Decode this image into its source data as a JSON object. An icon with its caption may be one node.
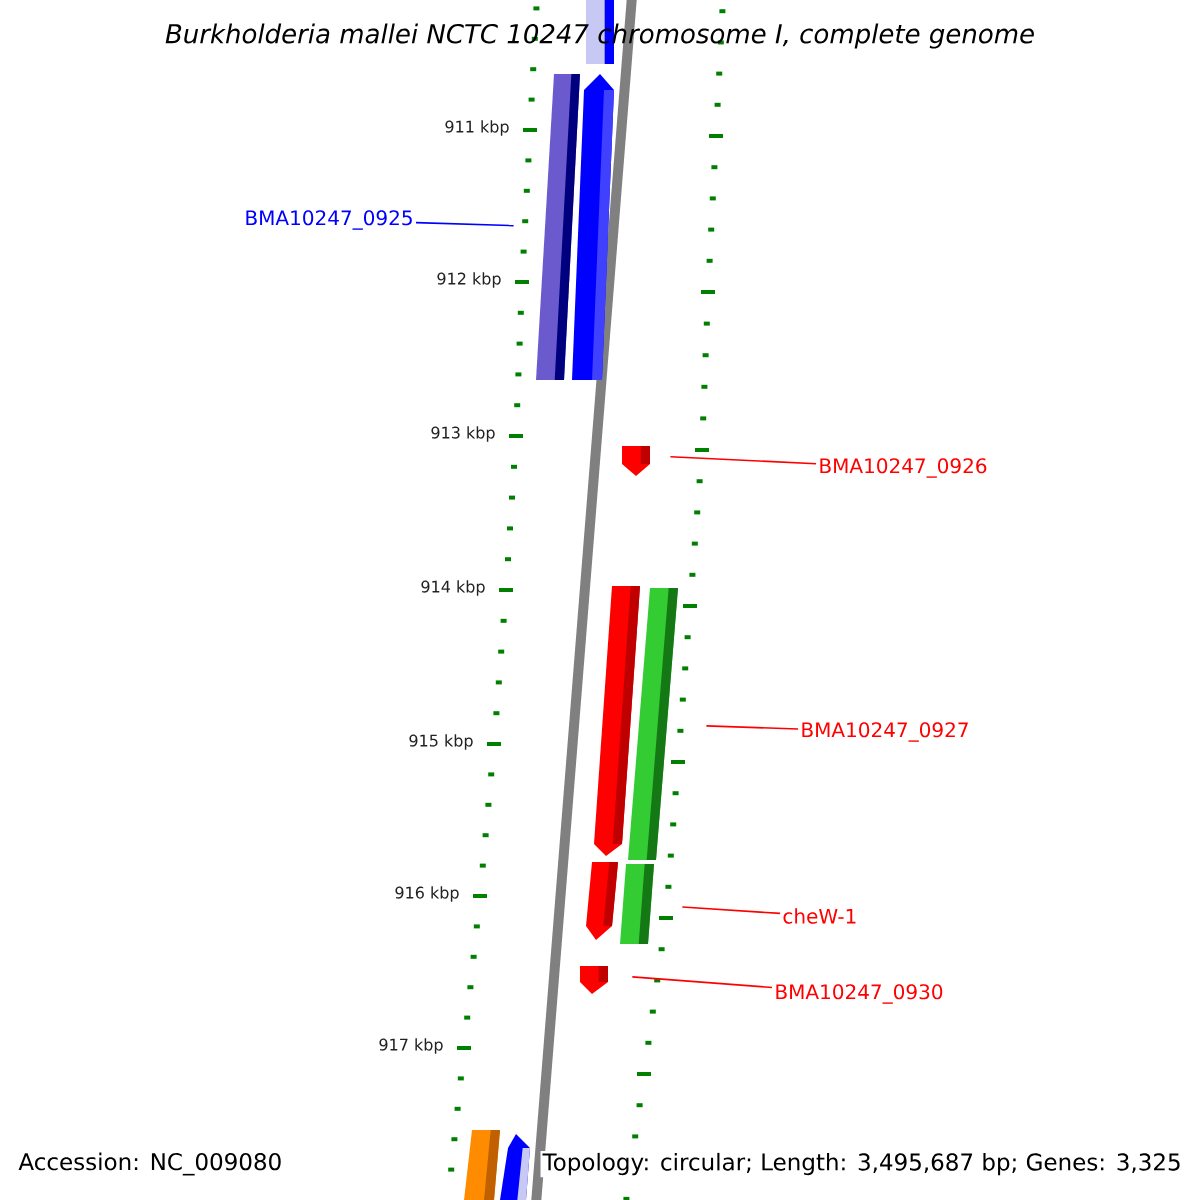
{
  "diagram": {
    "title": "Burkholderia mallei NCTC 10247 chromosome I, complete genome",
    "nodes": [
      {
        "text": [],
        "shape": "bar"
      },
      {
        "text": [],
        "shape": "bar"
      },
      {
        "text": [],
        "shape": "arrow"
      },
      {
        "text": [
          "BMA10247_0925"
        ]
      },
      {
        "text": [],
        "shape": "arrow"
      },
      {
        "text": [
          "BMA10247_0926"
        ]
      },
      {
        "text": [],
        "shape": "arrow"
      },
      {
        "text": [],
        "shape": "bar"
      },
      {
        "text": [
          "BMA10247_0927"
        ]
      },
      {
        "text": [],
        "shape": "arrow"
      },
      {
        "text": [],
        "shape": "bar"
      },
      {
        "text": [
          "cheW-1"
        ]
      },
      {
        "text": [],
        "shape": "arrow"
      },
      {
        "text": [
          "BMA10247_0930"
        ]
      },
      {
        "text": [],
        "shape": "bar"
      },
      {
        "text": [],
        "shape": "arrow"
      }
    ],
    "edges": [
      {
        "from": 3,
        "to": 1,
        "arrow": "none",
        "color": "#0000ff"
      },
      {
        "from": 5,
        "to": 4,
        "arrow": "none"
      },
      {
        "from": 8,
        "to": 7,
        "arrow": "none"
      },
      {
        "from": 11,
        "to": 10,
        "arrow": "none"
      },
      {
        "from": 13,
        "to": 12,
        "arrow": "none"
      }
    ],
    "labels": [
      "911 kbp",
      "912 kbp",
      "913 kbp",
      "914 kbp",
      "915 kbp",
      "916 kbp",
      "917 kbp",
      "Accession: NC_009080",
      "Topology: circular; Length: 3,495,687 bp; Genes: 3,325"
    ]
  }
}
